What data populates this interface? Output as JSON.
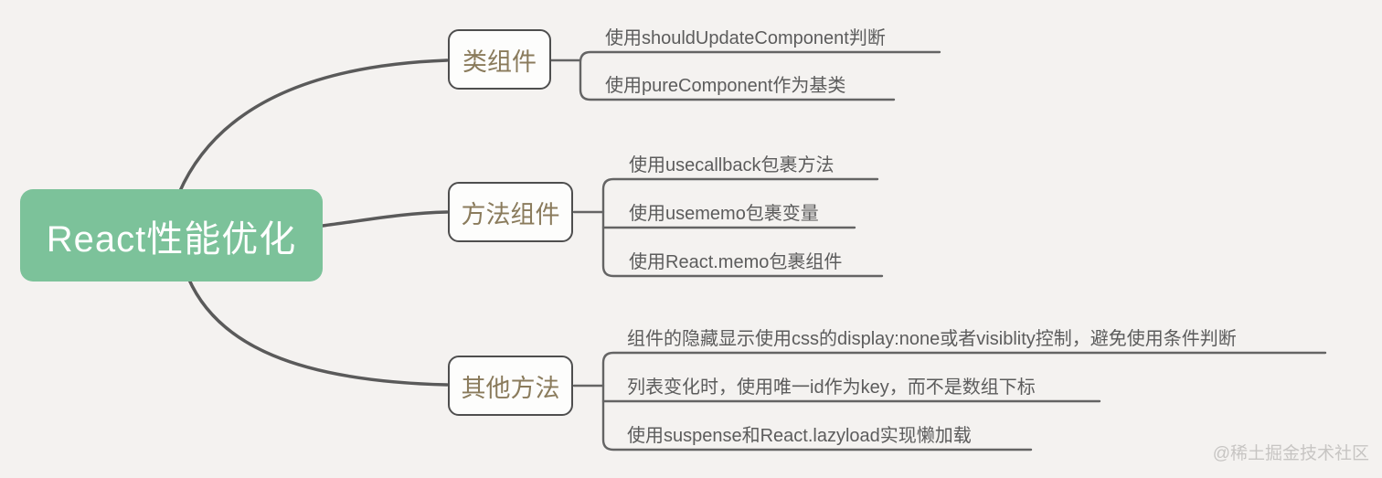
{
  "root": {
    "label": "React性能优化"
  },
  "branches": [
    {
      "label": "类组件",
      "children": [
        "使用shouldUpdateComponent判断",
        "使用pureComponent作为基类"
      ]
    },
    {
      "label": "方法组件",
      "children": [
        "使用usecallback包裹方法",
        "使用usememo包裹变量",
        "使用React.memo包裹组件"
      ]
    },
    {
      "label": "其他方法",
      "children": [
        "组件的隐藏显示使用css的display:none或者visiblity控制，避免使用条件判断",
        "列表变化时，使用唯一id作为key，而不是数组下标",
        "使用suspense和React.lazyload实现懒加载"
      ]
    }
  ],
  "watermark": "@稀土掘金技术社区",
  "colors": {
    "background": "#f4f2f0",
    "root_bg": "#7cc29a",
    "root_text": "#ffffff",
    "branch_text": "#8a7b5c",
    "node_border": "#4e4e4e",
    "leaf_text": "#5c5c5c",
    "line": "#5a5a5a",
    "watermark": "#c7c5c3"
  }
}
